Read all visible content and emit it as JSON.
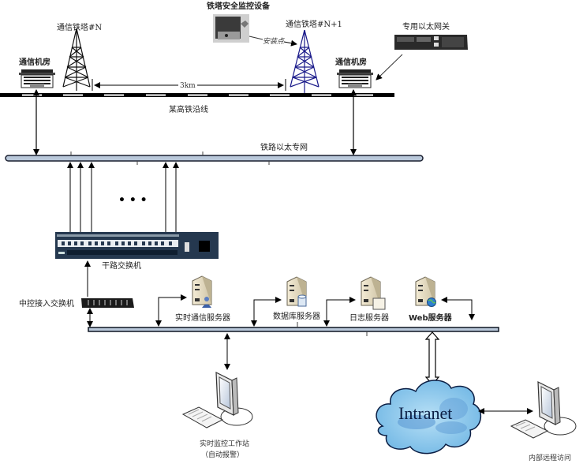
{
  "title": "铁塔安全监控网络拓扑",
  "top": {
    "monitor_device_label": "铁塔安全监控设备",
    "install_point_label": "安装点",
    "tower_n_label": "通信铁塔#N",
    "tower_n1_label": "通信铁塔#N+1",
    "room_left_label": "通信机房",
    "room_right_label": "通信机房",
    "gateway_label": "专用以太网关",
    "distance_label": "3km",
    "railway_label": "某高铁沿线"
  },
  "network": {
    "railway_ethernet_label": "铁路以太专网",
    "ellipsis": "• • •",
    "trunk_switch_label": "干路交换机",
    "access_switch_label": "中控接入交换机"
  },
  "servers": [
    {
      "label": "实时通信服务器",
      "badge": "user"
    },
    {
      "label": "数据库服务器",
      "badge": "database"
    },
    {
      "label": "日志服务器",
      "badge": "document"
    },
    {
      "label": "Web服务器",
      "badge": "globe"
    }
  ],
  "bottom": {
    "workstation_label_1": "实时监控工作站",
    "workstation_label_2": "（自动报警）",
    "intranet_label": "Intranet",
    "remote_label": "内部远程访问"
  },
  "colors": {
    "tower_n": "#111111",
    "tower_n1": "#1a1a8a",
    "bus_fill": "#b9c8da",
    "bus_stroke": "#1a2030",
    "cloud_fill": "#8cc8ec",
    "cloud_dark": "#4a8ec8"
  }
}
